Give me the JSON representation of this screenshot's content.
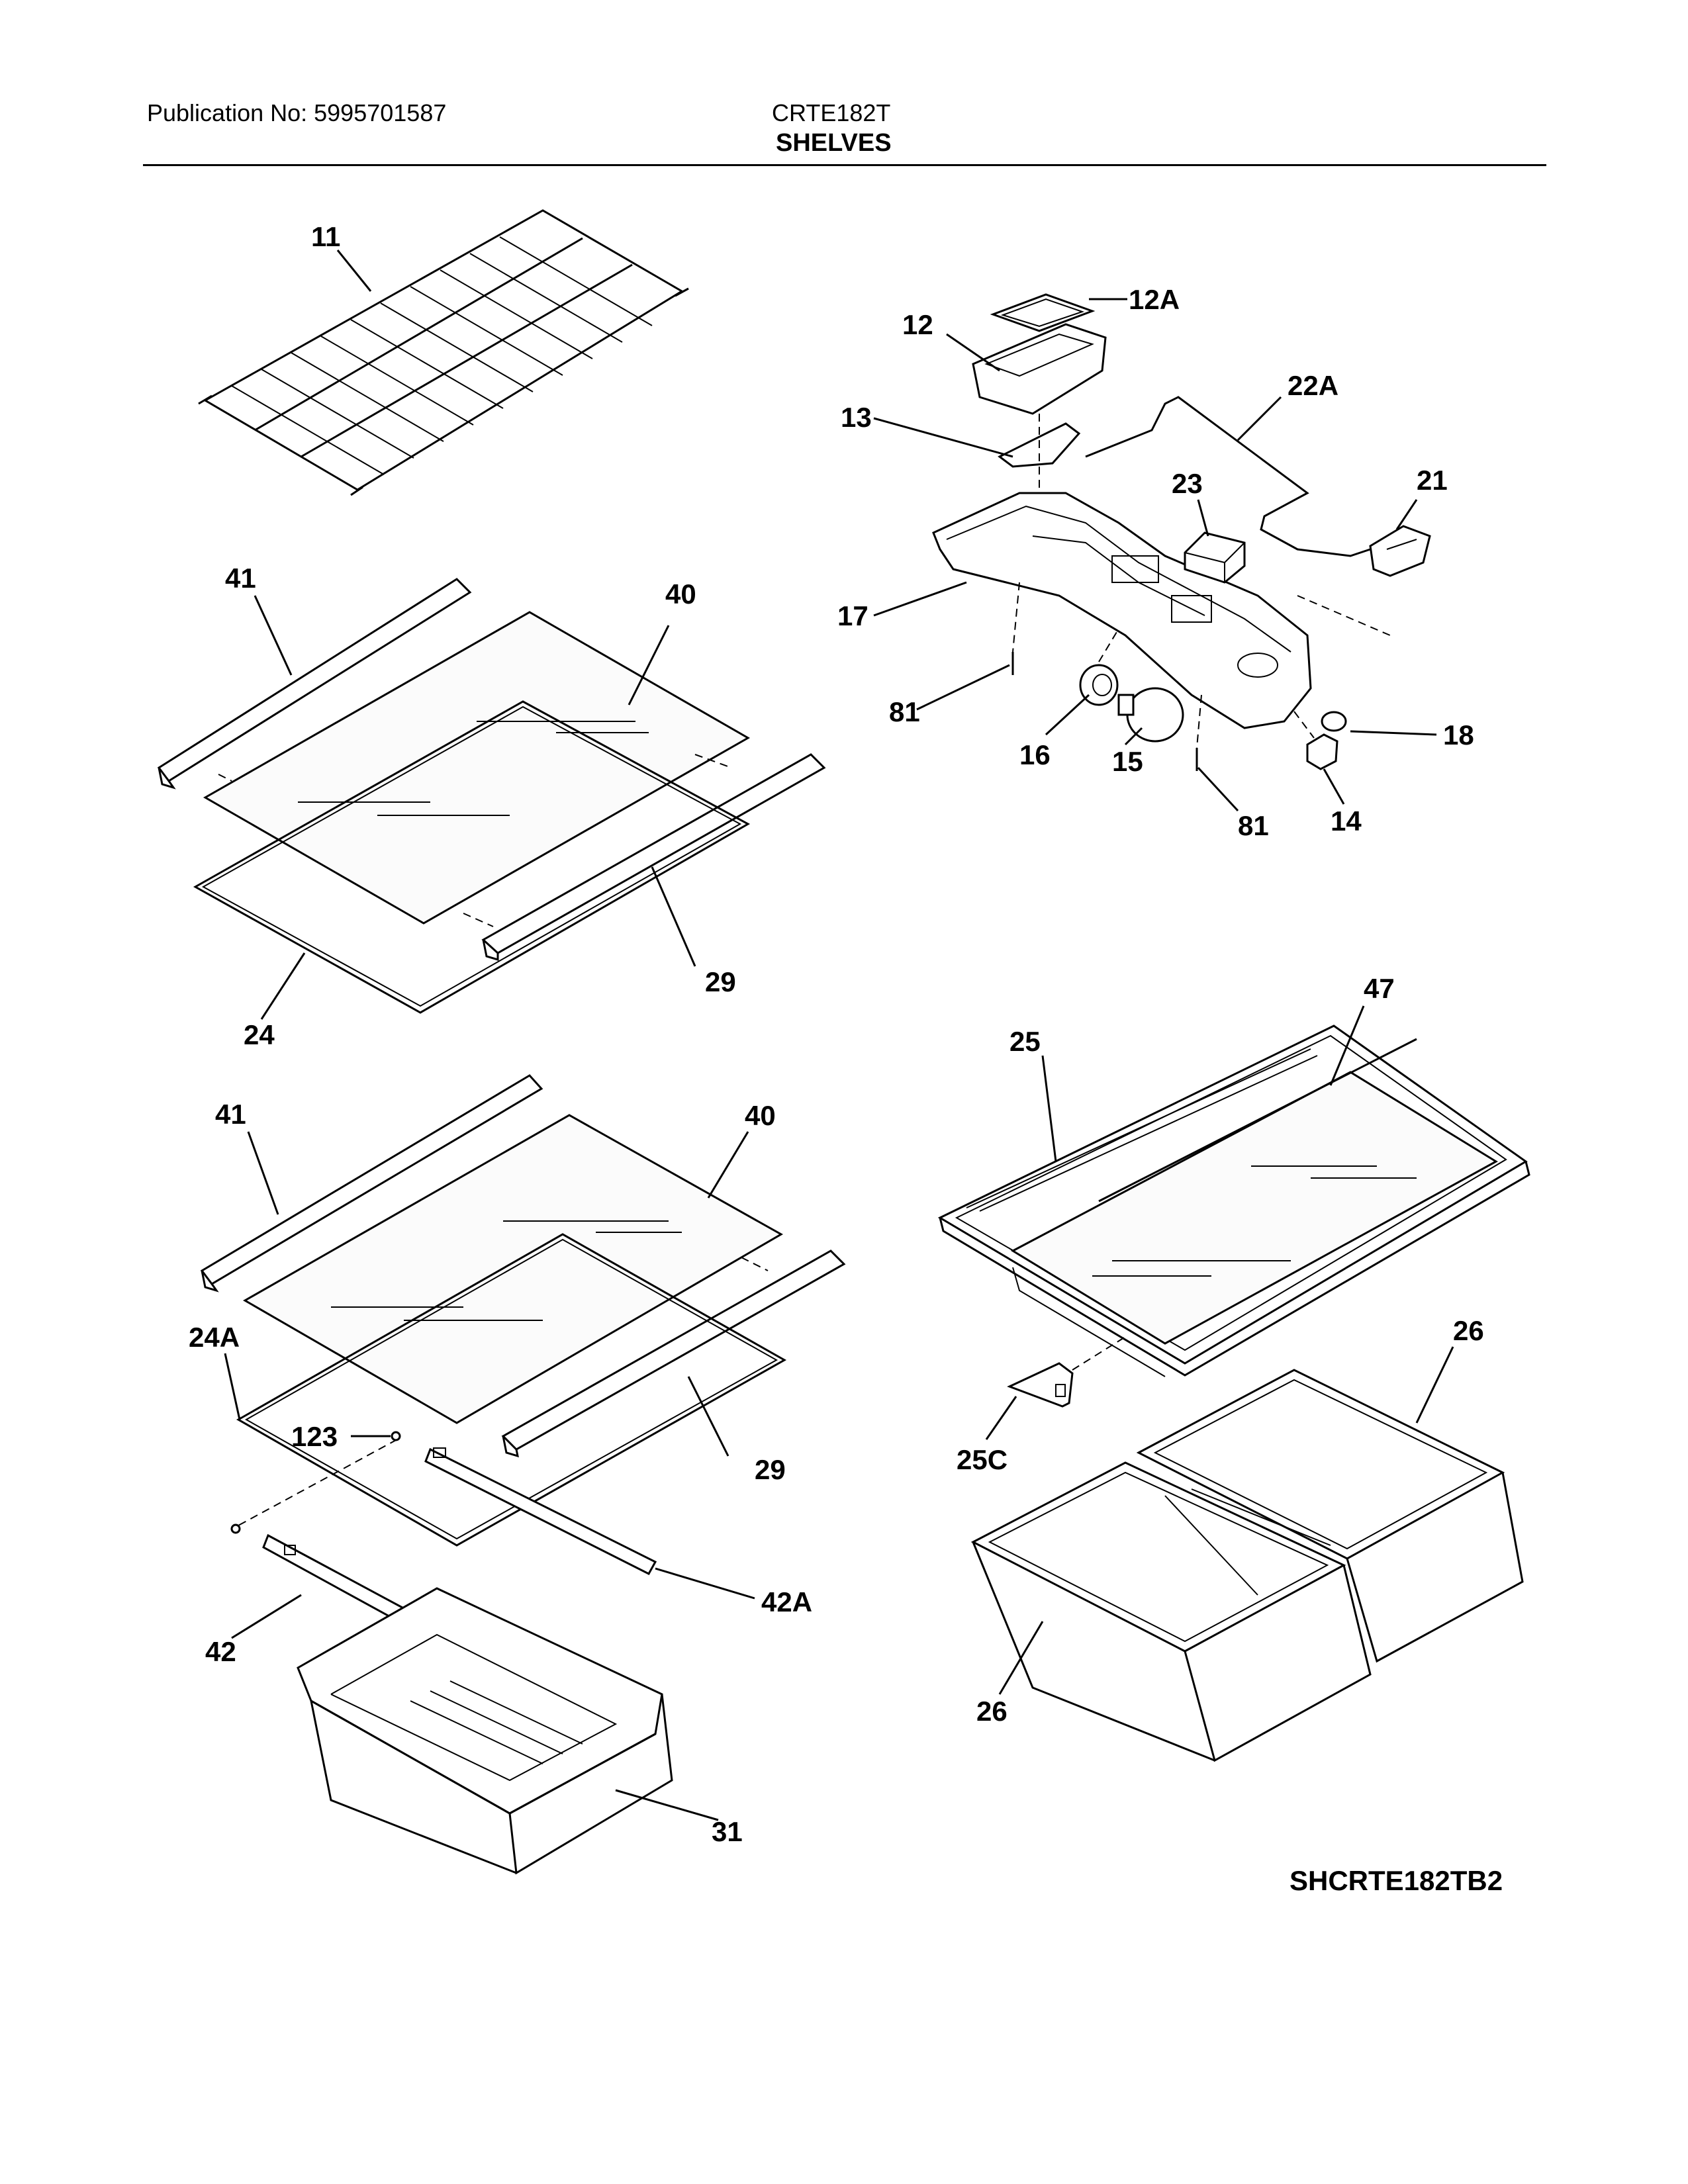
{
  "header": {
    "publication": "Publication No: 5995701587",
    "model": "CRTE182T",
    "title": "SHELVES"
  },
  "footer": {
    "diagram_code": "SHCRTE182TB2"
  },
  "callouts": {
    "c11": "11",
    "c12": "12",
    "c12a": "12A",
    "c13": "13",
    "c22a": "22A",
    "c23": "23",
    "c21": "21",
    "c17": "17",
    "c81a": "81",
    "c16": "16",
    "c15": "15",
    "c18": "18",
    "c81b": "81",
    "c14": "14",
    "c41a": "41",
    "c40a": "40",
    "c29a": "29",
    "c24": "24",
    "c41b": "41",
    "c40b": "40",
    "c24a": "24A",
    "c123": "123",
    "c29b": "29",
    "c42a": "42A",
    "c42": "42",
    "c31": "31",
    "c25": "25",
    "c47": "47",
    "c25c": "25C",
    "c26a": "26",
    "c26b": "26"
  }
}
